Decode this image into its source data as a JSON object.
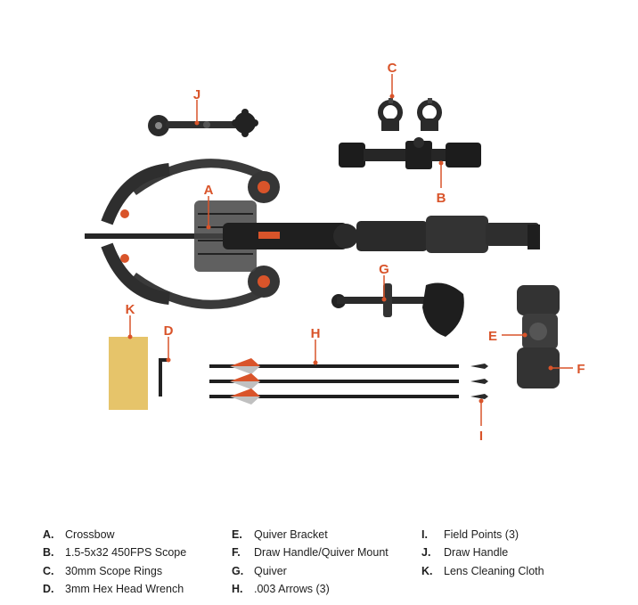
{
  "theme": {
    "accent": "#d9542a",
    "product_dark": "#1f1f1f",
    "product_mid": "#3a3a3a",
    "product_light": "#6a6a6a",
    "cloth": "#e6c46a"
  },
  "callouts": {
    "A": "A",
    "B": "B",
    "C": "C",
    "D": "D",
    "E": "E",
    "F": "F",
    "G": "G",
    "H": "H",
    "I": "I",
    "J": "J",
    "K": "K"
  },
  "legend": [
    [
      {
        "letter": "A.",
        "label": "Crossbow"
      },
      {
        "letter": "B.",
        "label": "1.5-5x32 450FPS Scope"
      },
      {
        "letter": "C.",
        "label": "30mm Scope Rings"
      },
      {
        "letter": "D.",
        "label": "3mm Hex Head Wrench"
      }
    ],
    [
      {
        "letter": "E.",
        "label": "Quiver Bracket"
      },
      {
        "letter": "F.",
        "label": "Draw Handle/Quiver Mount"
      },
      {
        "letter": "G.",
        "label": "Quiver"
      },
      {
        "letter": "H.",
        "label": ".003 Arrows (3)"
      }
    ],
    [
      {
        "letter": "I.",
        "label": "Field Points (3)"
      },
      {
        "letter": "J.",
        "label": "Draw Handle"
      },
      {
        "letter": "K.",
        "label": "Lens Cleaning Cloth"
      }
    ]
  ]
}
